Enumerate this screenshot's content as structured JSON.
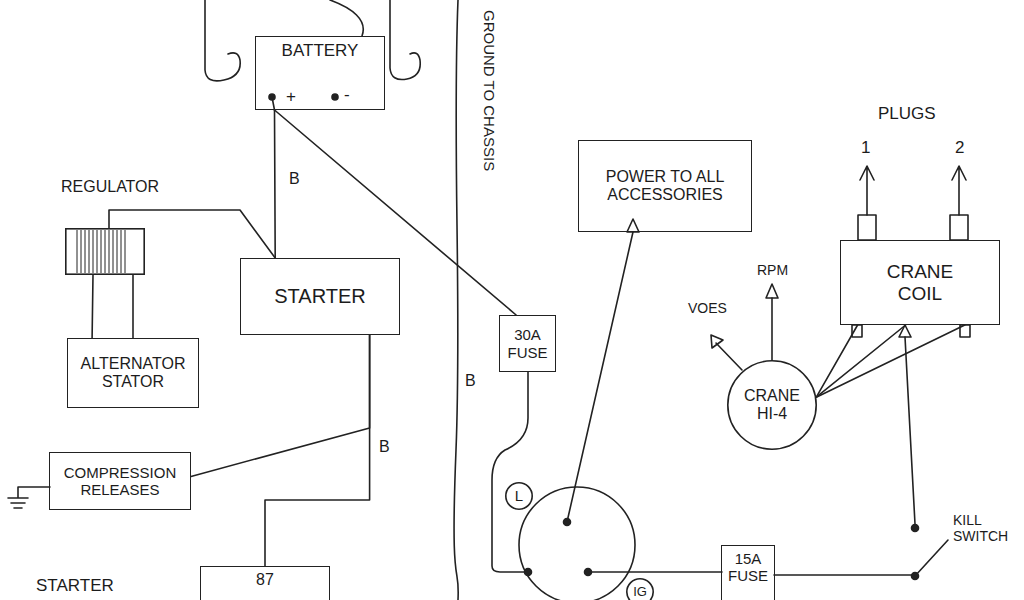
{
  "diagram": {
    "nodes": [
      {
        "text": [
          "BATTERY",
          "+",
          "-"
        ]
      },
      {
        "text": [
          "POWER TO ALL ACCESSORIES"
        ]
      },
      {
        "text": [
          "REGULATOR"
        ]
      },
      {
        "text": [
          "CRANE COIL"
        ]
      },
      {
        "text": [
          "STARTER"
        ]
      },
      {
        "text": [
          "CRANE HI-4"
        ]
      },
      {
        "text": [
          "30A FUSE"
        ]
      },
      {
        "text": [
          "ALTERNATOR STATOR"
        ]
      },
      {
        "text": [
          "COMPRESSION RELEASES"
        ]
      },
      {
        "text": [
          "L"
        ]
      },
      {
        "text": [
          "15A FUSE"
        ]
      },
      {
        "text": [
          "87"
        ]
      },
      {
        "text": [
          "IG"
        ]
      }
    ],
    "edges": [
      {
        "from": 0,
        "to": 4,
        "arrow": "none",
        "label": "B"
      },
      {
        "from": 0,
        "to": 6,
        "arrow": "none"
      },
      {
        "from": 2,
        "to": 4,
        "arrow": "none"
      },
      {
        "from": 2,
        "to": 7,
        "arrow": "none"
      },
      {
        "from": 2,
        "to": 7,
        "arrow": "none"
      },
      {
        "from": 4,
        "to": 11,
        "arrow": "none",
        "label": "B"
      },
      {
        "from": 8,
        "to": 4,
        "arrow": "none"
      },
      {
        "from": 5,
        "to": 3,
        "arrow": "none"
      },
      {
        "from": 5,
        "to": 3,
        "arrow": "none"
      },
      {
        "from": 5,
        "to": 3,
        "arrow": "none"
      }
    ],
    "labels": [
      "GROUND TO CHASSIS",
      "B",
      "PLUGS",
      "1",
      "2",
      "VOES",
      "RPM",
      "KILL SWITCH",
      "STARTER"
    ]
  }
}
